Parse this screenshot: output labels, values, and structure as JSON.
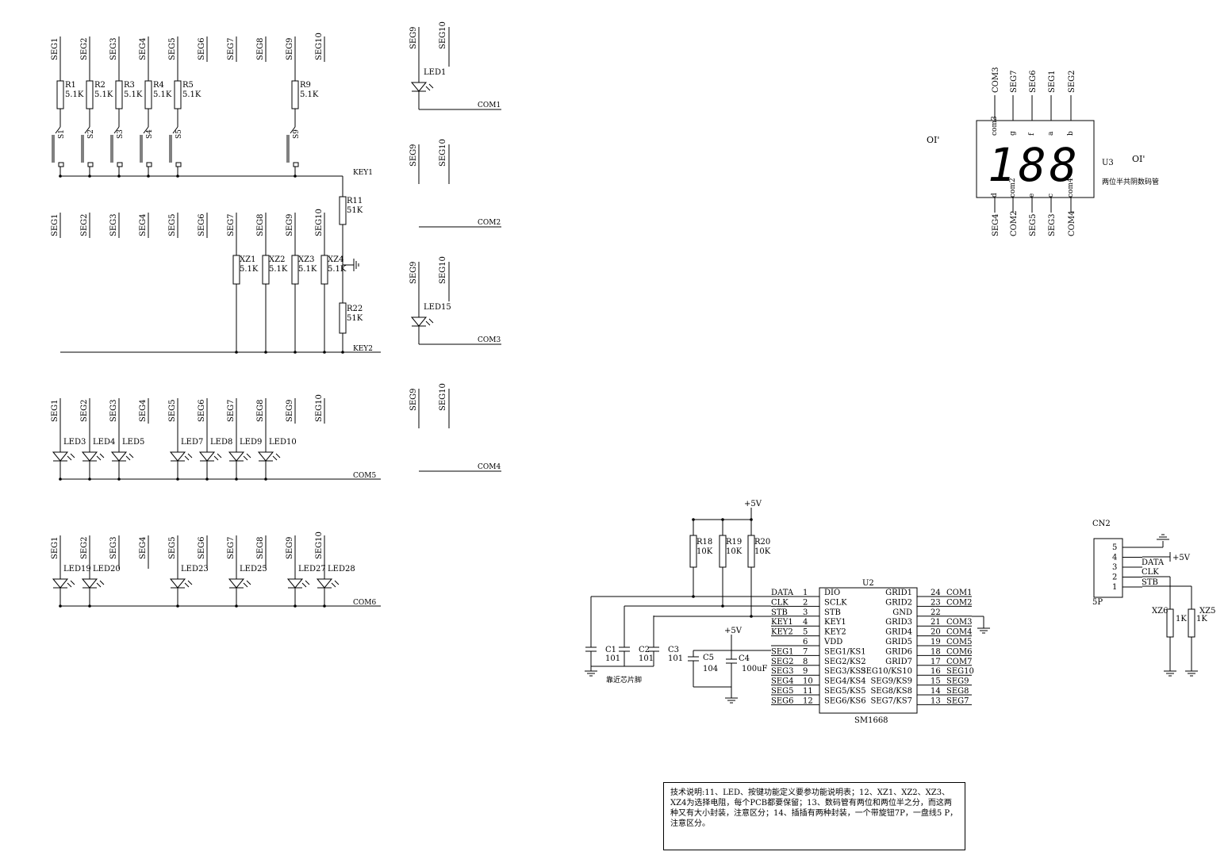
{
  "seg_labels": [
    "SEG1",
    "SEG2",
    "SEG3",
    "SEG4",
    "SEG5",
    "SEG6",
    "SEG7",
    "SEG8",
    "SEG9",
    "SEG10"
  ],
  "key1_block": {
    "resistors": [
      {
        "ref": "R1",
        "val": "5.1K"
      },
      {
        "ref": "R2",
        "val": "5.1K"
      },
      {
        "ref": "R3",
        "val": "5.1K"
      },
      {
        "ref": "R4",
        "val": "5.1K"
      },
      {
        "ref": "R5",
        "val": "5.1K"
      },
      {
        "ref": "R9",
        "val": "5.1K"
      }
    ],
    "switches": [
      "S1",
      "S2",
      "S3",
      "S4",
      "S5",
      "S9"
    ],
    "net": "KEY1"
  },
  "key2_block": {
    "resistors": [
      {
        "ref": "XZ1",
        "val": "5.1K"
      },
      {
        "ref": "XZ2",
        "val": "5.1K"
      },
      {
        "ref": "XZ3",
        "val": "5.1K"
      },
      {
        "ref": "XZ4",
        "val": "5.1K"
      }
    ],
    "pull_top": {
      "ref": "R11",
      "val": "51K"
    },
    "pull_bottom": {
      "ref": "R22",
      "val": "51K"
    },
    "net": "KEY2"
  },
  "led_row5": {
    "leds": [
      "LED3",
      "LED4",
      "LED5",
      "LED7",
      "LED8",
      "LED9",
      "LED10"
    ],
    "net": "COM5"
  },
  "led_row6": {
    "leds": [
      "LED19",
      "LED20",
      "LED23",
      "LED25",
      "LED27",
      "LED28"
    ],
    "net": "COM6"
  },
  "right_leds": {
    "seg9": "SEG9",
    "seg10": "SEG10",
    "led1": "LED1",
    "led15": "LED15",
    "com1": "COM1",
    "com2": "COM2",
    "com3": "COM3",
    "com4": "COM4"
  },
  "display": {
    "ref": "U3",
    "desc": "两位半共阴数码管",
    "digits": "188",
    "marker": "OI'",
    "top_pins": [
      "COM3",
      "SEG7",
      "SEG6",
      "SEG1",
      "SEG2"
    ],
    "bottom_pins": [
      "SEG4",
      "COM2",
      "SEG5",
      "SEG3",
      "COM4"
    ],
    "inner_top": [
      "com3",
      "g",
      "f",
      "a",
      "b"
    ],
    "inner_bottom": [
      "d",
      "com2",
      "e",
      "c",
      "com4"
    ]
  },
  "ic": {
    "ref": "U2",
    "part": "SM1668",
    "left_pins": [
      {
        "n": "1",
        "name": "DIO",
        "net": "DATA"
      },
      {
        "n": "2",
        "name": "SCLK",
        "net": "CLK"
      },
      {
        "n": "3",
        "name": "STB",
        "net": "STB"
      },
      {
        "n": "4",
        "name": "KEY1",
        "net": "KEY1"
      },
      {
        "n": "5",
        "name": "KEY2",
        "net": "KEY2"
      },
      {
        "n": "6",
        "name": "VDD",
        "net": ""
      },
      {
        "n": "7",
        "name": "SEG1/KS1",
        "net": "SEG1"
      },
      {
        "n": "8",
        "name": "SEG2/KS2",
        "net": "SEG2"
      },
      {
        "n": "9",
        "name": "SEG3/KS3",
        "net": "SEG3"
      },
      {
        "n": "10",
        "name": "SEG4/KS4",
        "net": "SEG4"
      },
      {
        "n": "11",
        "name": "SEG5/KS5",
        "net": "SEG5"
      },
      {
        "n": "12",
        "name": "SEG6/KS6",
        "net": "SEG6"
      }
    ],
    "right_pins": [
      {
        "n": "24",
        "name": "GRID1",
        "net": "COM1"
      },
      {
        "n": "23",
        "name": "GRID2",
        "net": "COM2"
      },
      {
        "n": "22",
        "name": "GND",
        "net": ""
      },
      {
        "n": "21",
        "name": "GRID3",
        "net": "COM3"
      },
      {
        "n": "20",
        "name": "GRID4",
        "net": "COM4"
      },
      {
        "n": "19",
        "name": "GRID5",
        "net": "COM5"
      },
      {
        "n": "18",
        "name": "GRID6",
        "net": "COM6"
      },
      {
        "n": "17",
        "name": "GRID7",
        "net": "COM7"
      },
      {
        "n": "16",
        "name": "SEG10/KS10",
        "net": "SEG10"
      },
      {
        "n": "15",
        "name": "SEG9/KS9",
        "net": "SEG9"
      },
      {
        "n": "14",
        "name": "SEG8/KS8",
        "net": "SEG8"
      },
      {
        "n": "13",
        "name": "SEG7/KS7",
        "net": "SEG7"
      }
    ]
  },
  "pullups": [
    {
      "ref": "R18",
      "val": "10K"
    },
    {
      "ref": "R19",
      "val": "10K"
    },
    {
      "ref": "R20",
      "val": "10K"
    }
  ],
  "vcc": "+5V",
  "caps": [
    {
      "ref": "C1",
      "val": "101"
    },
    {
      "ref": "C2",
      "val": "101"
    },
    {
      "ref": "C3",
      "val": "101"
    },
    {
      "ref": "C5",
      "val": "104"
    },
    {
      "ref": "C4",
      "val": "100uF"
    }
  ],
  "cap_note": "靠近芯片脚",
  "connector": {
    "ref": "CN2",
    "type": "5P",
    "pins": [
      "5",
      "4",
      "3",
      "2",
      "1"
    ],
    "nets": [
      "DATA",
      "CLK",
      "STB"
    ],
    "vcc": "+5V",
    "xz6": {
      "ref": "XZ6",
      "val": "1K"
    },
    "xz5": {
      "ref": "XZ5",
      "val": "1K"
    }
  },
  "note": "技术说明:11、LED、按键功能定义要参功能说明表；12、XZ1、XZ2、XZ3、XZ4为选择电阻，每个PCB都要保留；13、数码管有两位和两位半之分，而这两种又有大小封装，注意区分；14、插插有两种封装，一个带旋钮7P，一盘线5 P，注意区分。"
}
